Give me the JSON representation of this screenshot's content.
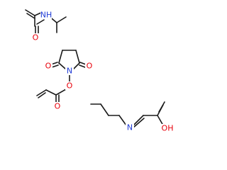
{
  "diagram": {
    "colors": {
      "bond": "#1a1a1a",
      "oxygen": "#e8000b",
      "nitrogen": "#1f3bd6",
      "background": "#ffffff"
    },
    "molecules": [
      {
        "id": "n-isopropylacrylamide",
        "atoms": [
          {
            "id": "m1-n",
            "symbol": "N",
            "label": "NH",
            "color_key": "nitrogen"
          },
          {
            "id": "m1-o",
            "symbol": "O",
            "label": "O",
            "color_key": "oxygen"
          }
        ]
      },
      {
        "id": "n-acryloxysuccinimide",
        "atoms": [
          {
            "id": "m2-o-left",
            "symbol": "O",
            "label": "O",
            "color_key": "oxygen"
          },
          {
            "id": "m2-o-right",
            "symbol": "O",
            "label": "O",
            "color_key": "oxygen"
          },
          {
            "id": "m2-n",
            "symbol": "N",
            "label": "N",
            "color_key": "nitrogen"
          },
          {
            "id": "m2-o-ester",
            "symbol": "O",
            "label": "O",
            "color_key": "oxygen"
          },
          {
            "id": "m2-o-carbonyl",
            "symbol": "O",
            "label": "O",
            "color_key": "oxygen"
          }
        ]
      },
      {
        "id": "n-butylacrylamide",
        "atoms": [
          {
            "id": "m3-n",
            "symbol": "N",
            "label": "N",
            "color_key": "nitrogen"
          },
          {
            "id": "m3-oh",
            "symbol": "O",
            "label": "OH",
            "color_key": "oxygen"
          }
        ]
      }
    ]
  }
}
